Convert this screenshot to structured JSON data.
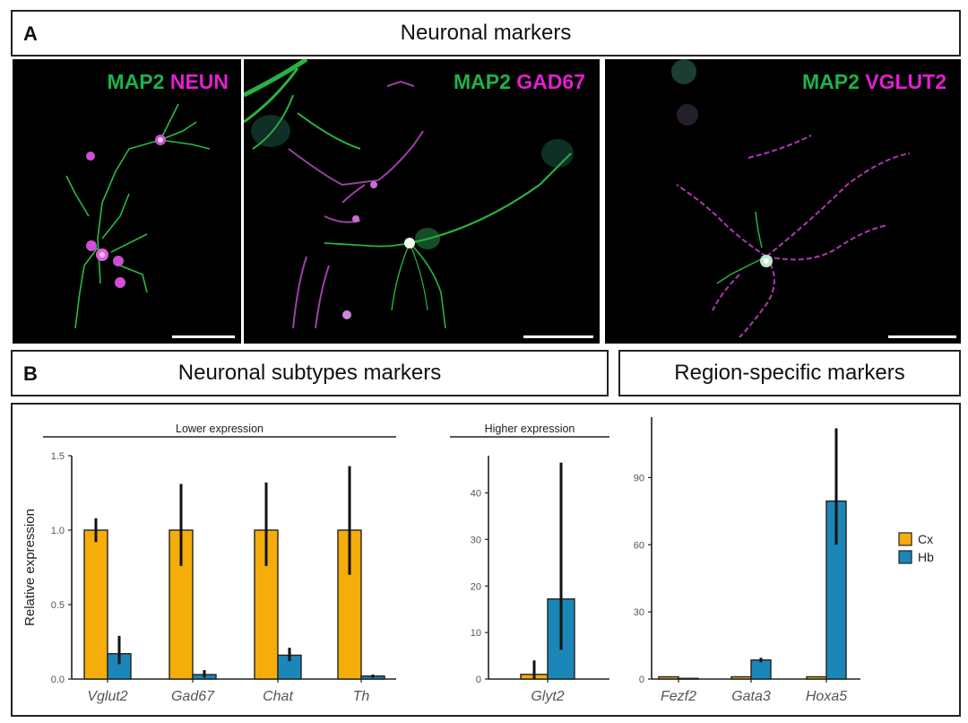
{
  "panel_a": {
    "letter": "A",
    "title": "Neuronal markers",
    "images": [
      {
        "label_green": "MAP2",
        "label_magenta": "NEUN"
      },
      {
        "label_green": "MAP2",
        "label_magenta": "GAD67"
      },
      {
        "label_green": "MAP2",
        "label_magenta": "VGLUT2"
      }
    ],
    "colors": {
      "green": "#1fb24a",
      "magenta": "#e21fd0"
    }
  },
  "panel_b": {
    "letter": "B",
    "title_left": "Neuronal subtypes markers",
    "title_right": "Region-specific markers"
  },
  "chart_data": [
    {
      "type": "bar",
      "group_label": "Lower expression",
      "categories": [
        "Vglut2",
        "Gad67",
        "Chat",
        "Th"
      ],
      "ylabel": "Relative expression",
      "ylim": [
        0,
        1.5
      ],
      "yticks": [
        "0.0",
        "0.5",
        "1.0",
        "1.5"
      ],
      "ytick_values": [
        0,
        0.5,
        1.0,
        1.5
      ],
      "series": [
        {
          "name": "Cx",
          "values": [
            1.0,
            1.0,
            1.0,
            1.0
          ],
          "err_low": [
            0.92,
            0.76,
            0.76,
            0.7
          ],
          "err_high": [
            1.08,
            1.31,
            1.32,
            1.43
          ]
        },
        {
          "name": "Hb",
          "values": [
            0.17,
            0.03,
            0.16,
            0.02
          ],
          "err_low": [
            0.1,
            0.01,
            0.12,
            0.01
          ],
          "err_high": [
            0.29,
            0.06,
            0.21,
            0.03
          ]
        }
      ]
    },
    {
      "type": "bar",
      "group_label": "Higher expression",
      "categories": [
        "Glyt2"
      ],
      "ylim": [
        0,
        48
      ],
      "yticks": [
        "0",
        "10",
        "20",
        "30",
        "40"
      ],
      "ytick_values": [
        0,
        10,
        20,
        30,
        40
      ],
      "series": [
        {
          "name": "Cx",
          "values": [
            1.0
          ],
          "err_low": [
            0.0
          ],
          "err_high": [
            4.0
          ]
        },
        {
          "name": "Hb",
          "values": [
            17.2
          ],
          "err_low": [
            6.3
          ],
          "err_high": [
            46.5
          ]
        }
      ]
    },
    {
      "type": "bar",
      "categories": [
        "Fezf2",
        "Gata3",
        "Hoxa5"
      ],
      "ylim": [
        0,
        117
      ],
      "yticks": [
        "0",
        "30",
        "60",
        "90"
      ],
      "ytick_values": [
        0,
        30,
        60,
        90
      ],
      "series": [
        {
          "name": "Cx",
          "values": [
            1.0,
            1.0,
            1.0
          ],
          "err_low": [
            1.0,
            1.0,
            1.0
          ],
          "err_high": [
            1.0,
            1.0,
            1.0
          ]
        },
        {
          "name": "Hb",
          "values": [
            0.3,
            8.5,
            79.5
          ],
          "err_low": [
            0.3,
            7.5,
            60.0
          ],
          "err_high": [
            0.3,
            9.5,
            112.0
          ]
        }
      ]
    }
  ],
  "legend": [
    {
      "name": "Cx",
      "color": "#f5ad0a"
    },
    {
      "name": "Hb",
      "color": "#1b86b8"
    }
  ]
}
